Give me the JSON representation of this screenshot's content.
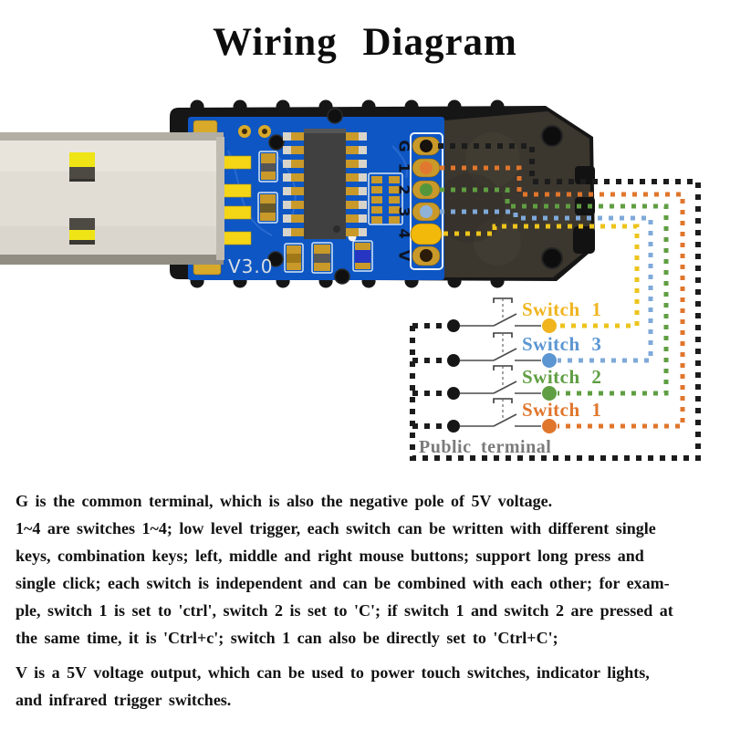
{
  "title": "Wiring Diagram",
  "device": {
    "version_label": "V3.0",
    "pins": [
      {
        "label": "G",
        "dot_color": "#17120e"
      },
      {
        "label": "1",
        "dot_color": "#e0792f"
      },
      {
        "label": "2",
        "dot_color": "#55963c"
      },
      {
        "label": "3",
        "dot_color": "#8fb2d9"
      },
      {
        "label": "4",
        "dot_color": "#f2b80a"
      },
      {
        "label": "V",
        "dot_color": "#2b1c0a"
      }
    ],
    "pcb_color": "#0d56c4",
    "housing_color": "#161616"
  },
  "wires": {
    "common": "#1c1c1c",
    "pin1": "#e0762c",
    "pin2": "#5f9e42",
    "pin3": "#7fa9d9",
    "pin4": "#edc41c"
  },
  "switches": [
    {
      "label": "Switch 1",
      "color": "#f0b41e"
    },
    {
      "label": "Switch 3",
      "color": "#5b96d2"
    },
    {
      "label": "Switch 2",
      "color": "#5f9e42"
    },
    {
      "label": "Switch 1",
      "color": "#e0762c"
    }
  ],
  "public_terminal_label": "Public terminal",
  "notes": {
    "lines": [
      "G is the common terminal, which is also the negative pole of 5V voltage.",
      "1~4 are switches 1~4; low level trigger, each switch can be written with different single",
      "keys, combination keys; left, middle and right mouse buttons; support long press and",
      "single click; each switch is independent and can be combined with each other; for exam-",
      "ple, switch 1 is set to 'ctrl', switch 2 is set to 'C'; if switch 1 and switch 2 are pressed at",
      "the same time, it is 'Ctrl+c'; switch 1 can also be directly set to 'Ctrl+C';",
      "V is a 5V voltage output, which can be used to power touch switches, indicator lights,",
      "and infrared trigger switches."
    ]
  }
}
